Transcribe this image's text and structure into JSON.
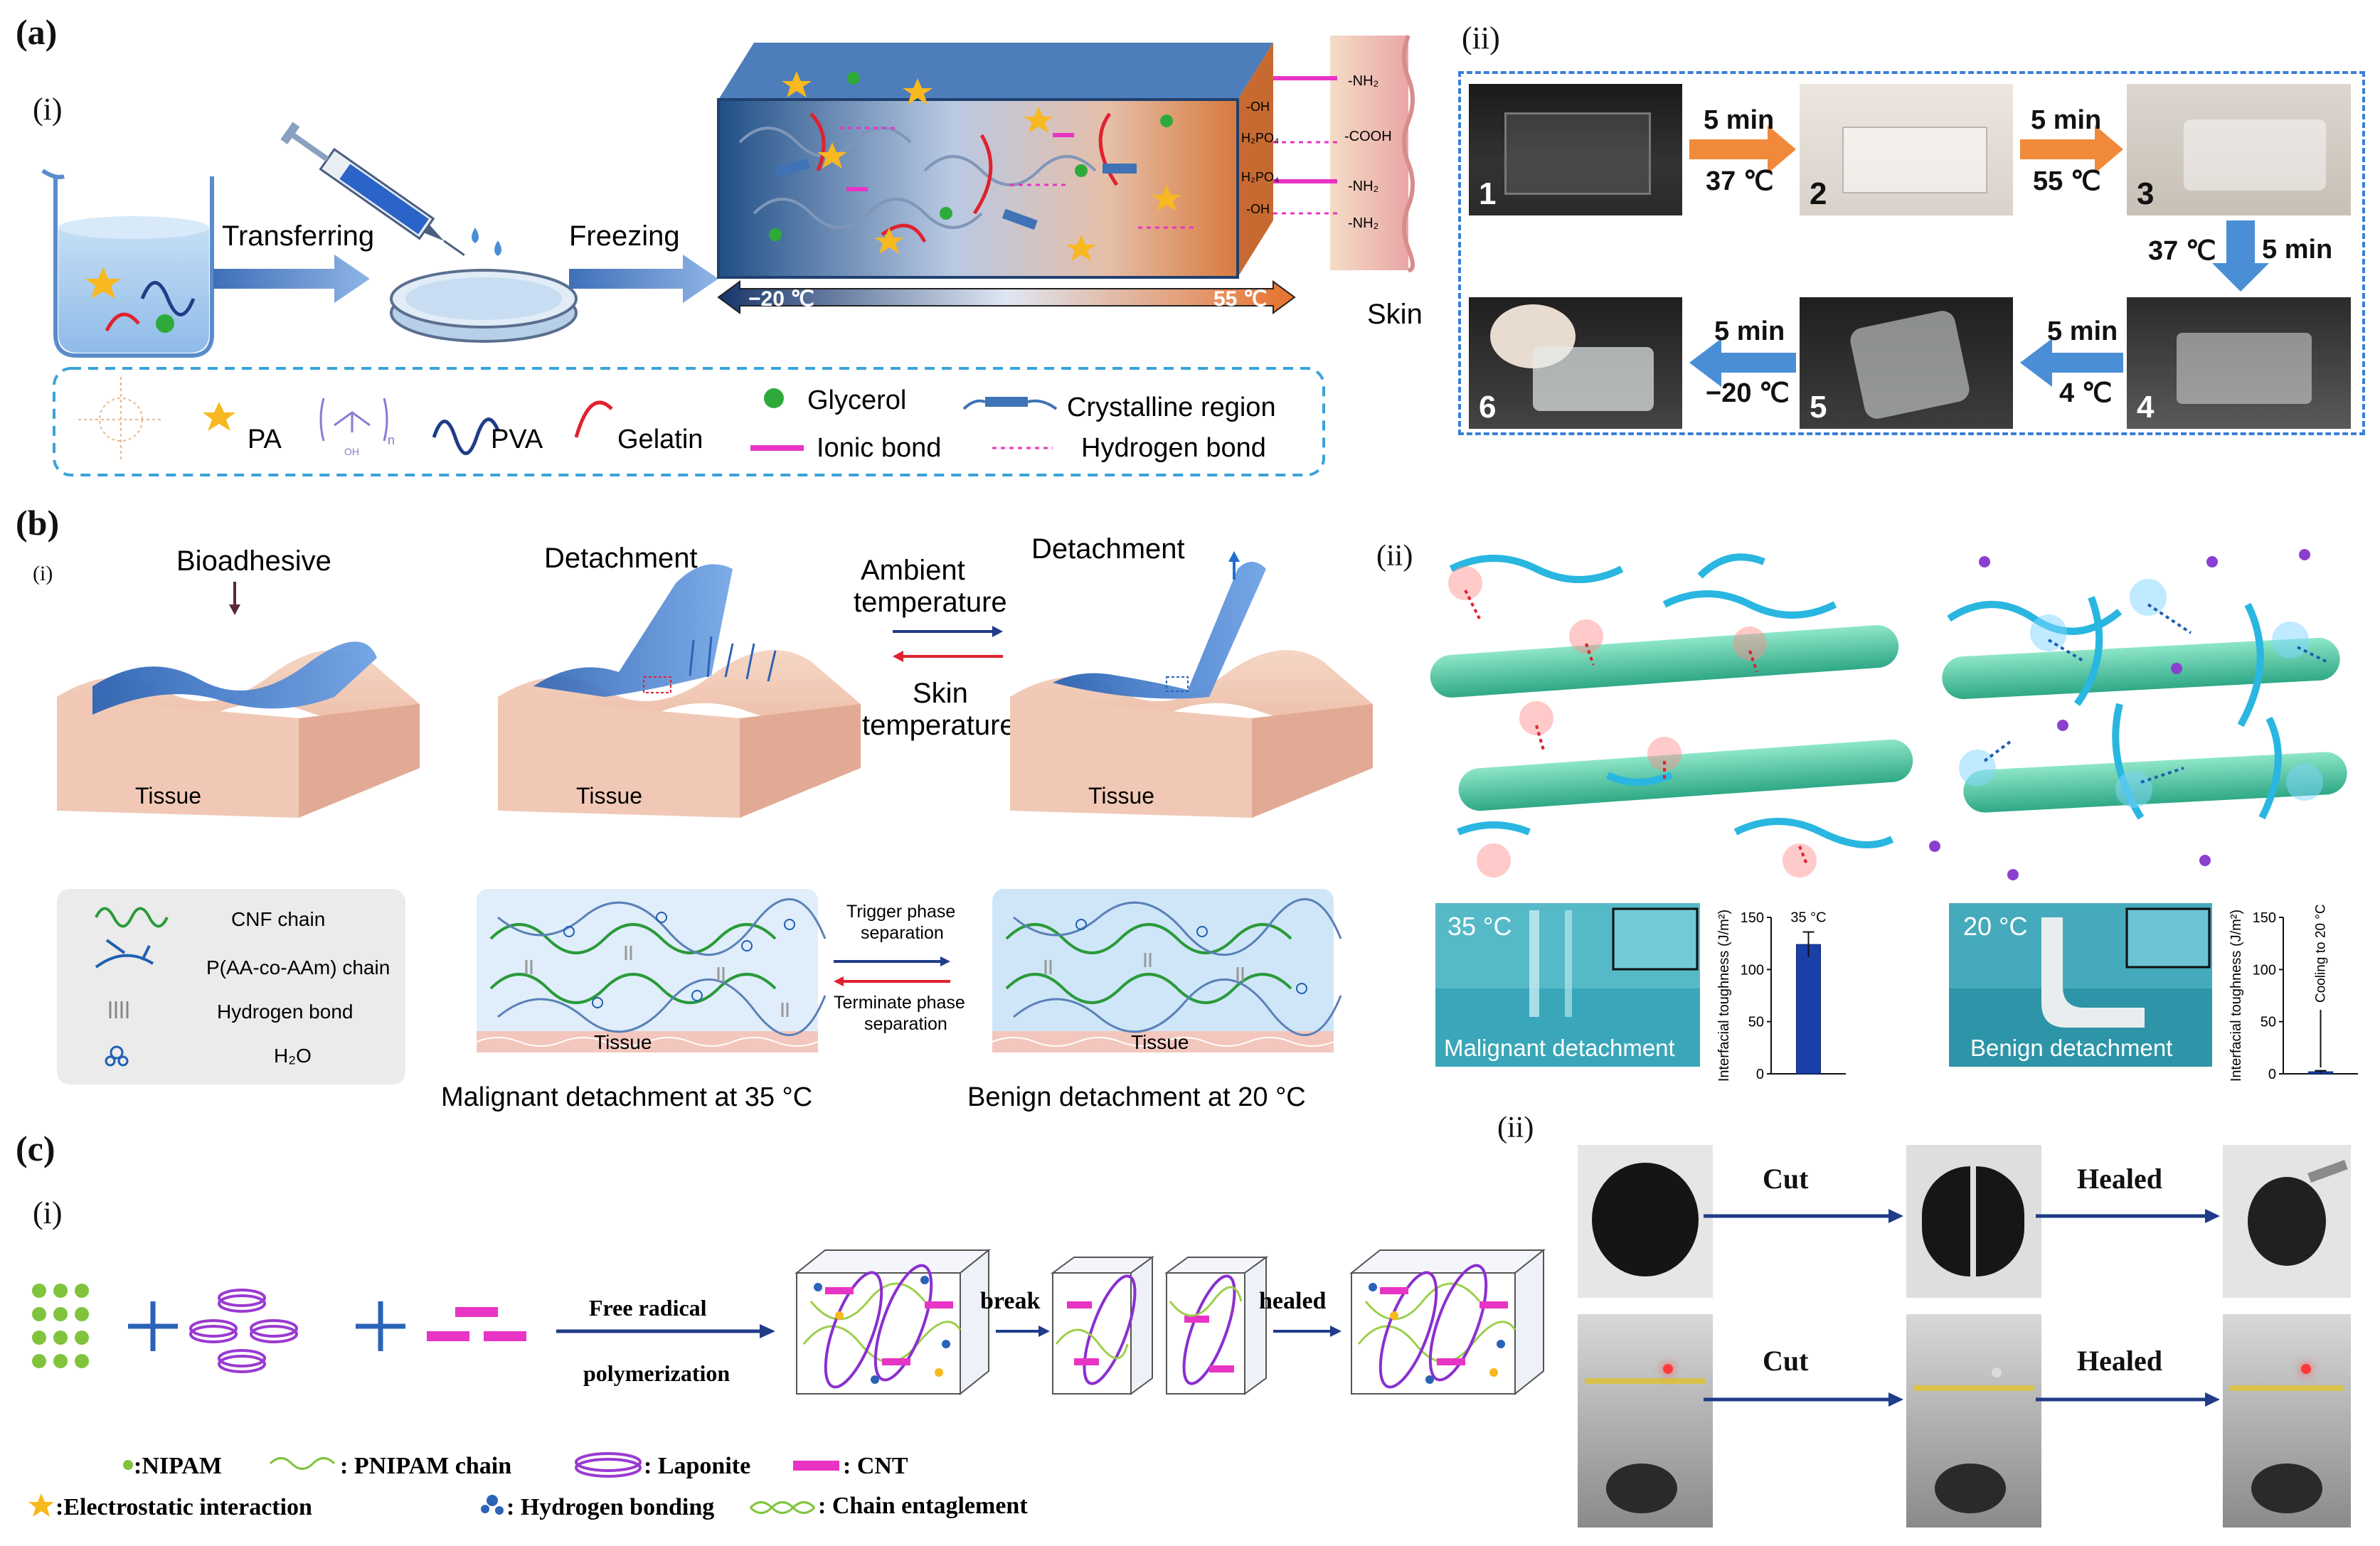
{
  "panel_a": {
    "label": "(a)",
    "sub_i": "(i)",
    "sub_ii": "(ii)",
    "step_transferring": "Transferring",
    "step_freezing": "Freezing",
    "temp_low": "−20 ℃",
    "temp_high": "55 ℃",
    "skin": "Skin",
    "skin_groups": [
      "-NH₂",
      "-COOH",
      "-NH₂",
      "-NH₂"
    ],
    "gel_groups": [
      "-OH",
      "H₂PO₄",
      "H₂PO₄",
      "-OH"
    ],
    "legend": {
      "pa": "PA",
      "pva": "PVA",
      "gelatin": "Gelatin",
      "glycerol": "Glycerol",
      "ionic": "Ionic bond",
      "crystalline": "Crystalline region",
      "hydrogen": "Hydrogen bond",
      "pva_n": "n",
      "pva_oh": "OH"
    },
    "photos": [
      {
        "n": "1"
      },
      {
        "n": "2"
      },
      {
        "n": "3"
      },
      {
        "n": "4"
      },
      {
        "n": "5"
      },
      {
        "n": "6"
      }
    ],
    "arrows": [
      {
        "time": "5 min",
        "temp": "37 ℃"
      },
      {
        "time": "5 min",
        "temp": "55 ℃"
      },
      {
        "time": "5 min",
        "temp": "37 ℃"
      },
      {
        "time": "5 min",
        "temp": "4 ℃"
      },
      {
        "time": "5 min",
        "temp": "−20 ℃"
      }
    ]
  },
  "panel_b": {
    "label": "(b)",
    "sub_i": "(i)",
    "sub_ii": "(ii)",
    "bioadhesive": "Bioadhesive",
    "detachment1": "Detachment",
    "detachment2": "Detachment",
    "ambient": "Ambient temperature",
    "ambient_l1": "Ambient",
    "ambient_l2": "temperature",
    "skin_l1": "Skin",
    "skin_l2": "temperature",
    "tissue": "Tissue",
    "legend": {
      "cnf": "CNF chain",
      "paa": "P(AA-co-AAm) chain",
      "hbond": "Hydrogen bond",
      "h2o": "H₂O"
    },
    "trigger_l1": "Trigger phase",
    "trigger_l2": "separation",
    "terminate_l1": "Terminate phase",
    "terminate_l2": "separation",
    "malignant_caption": "Malignant detachment at 35 °C",
    "benign_caption": "Benign detachment at 20 °C",
    "photo_left_temp": "35 °C",
    "photo_left_label": "Malignant detachment",
    "photo_right_temp": "20 °C",
    "photo_right_label": "Benign detachment",
    "ylabel": "Interfacial toughness (J/m²)",
    "annot_35": "35 °C",
    "annot_cool": "Cooling to 20 °C"
  },
  "chart_data": [
    {
      "type": "bar",
      "title": "",
      "ylabel": "Interfacial toughness (J/m²)",
      "ylim": [
        0,
        150
      ],
      "yticks": [
        0,
        50,
        100,
        150
      ],
      "categories": [
        "35 °C"
      ],
      "values": [
        124
      ],
      "error": [
        12
      ],
      "annotation": "35 °C",
      "color": "#1a3fa8"
    },
    {
      "type": "bar",
      "title": "",
      "ylabel": "Interfacial toughness (J/m²)",
      "ylim": [
        0,
        150
      ],
      "yticks": [
        0,
        50,
        100,
        150
      ],
      "categories": [
        "Cooling to 20 °C"
      ],
      "values": [
        2
      ],
      "error": [
        1
      ],
      "annotation": "Cooling to 20 °C",
      "color": "#1a3fa8"
    }
  ],
  "panel_c": {
    "label": "(c)",
    "sub_i": "(i)",
    "sub_ii": "(ii)",
    "free_radical": "Free radical",
    "polymerization": "polymerization",
    "break": "break",
    "healed": "healed",
    "legend": {
      "nipam": ":NIPAM",
      "pnipam": ": PNIPAM chain",
      "laponite": ": Laponite",
      "cnt": ": CNT",
      "electrostatic": ":Electrostatic interaction",
      "hbond": ": Hydrogen bonding",
      "entangle": ": Chain entaglement"
    },
    "cut": "Cut",
    "healed_cap": "Healed"
  },
  "colors": {
    "blue_arrow": "#1f3c88",
    "orange_arrow": "#f08a3a",
    "light_blue_arrow": "#4a8fd6",
    "dashed_border": "#3b7fd8",
    "pink_bond": "#e834c4",
    "gelatin_red": "#e0222e",
    "glycerol_green": "#2eaa3a",
    "pa_yellow": "#f7b820",
    "cnf_green": "#2a9a3a",
    "tissue": "#f1c8b6"
  }
}
